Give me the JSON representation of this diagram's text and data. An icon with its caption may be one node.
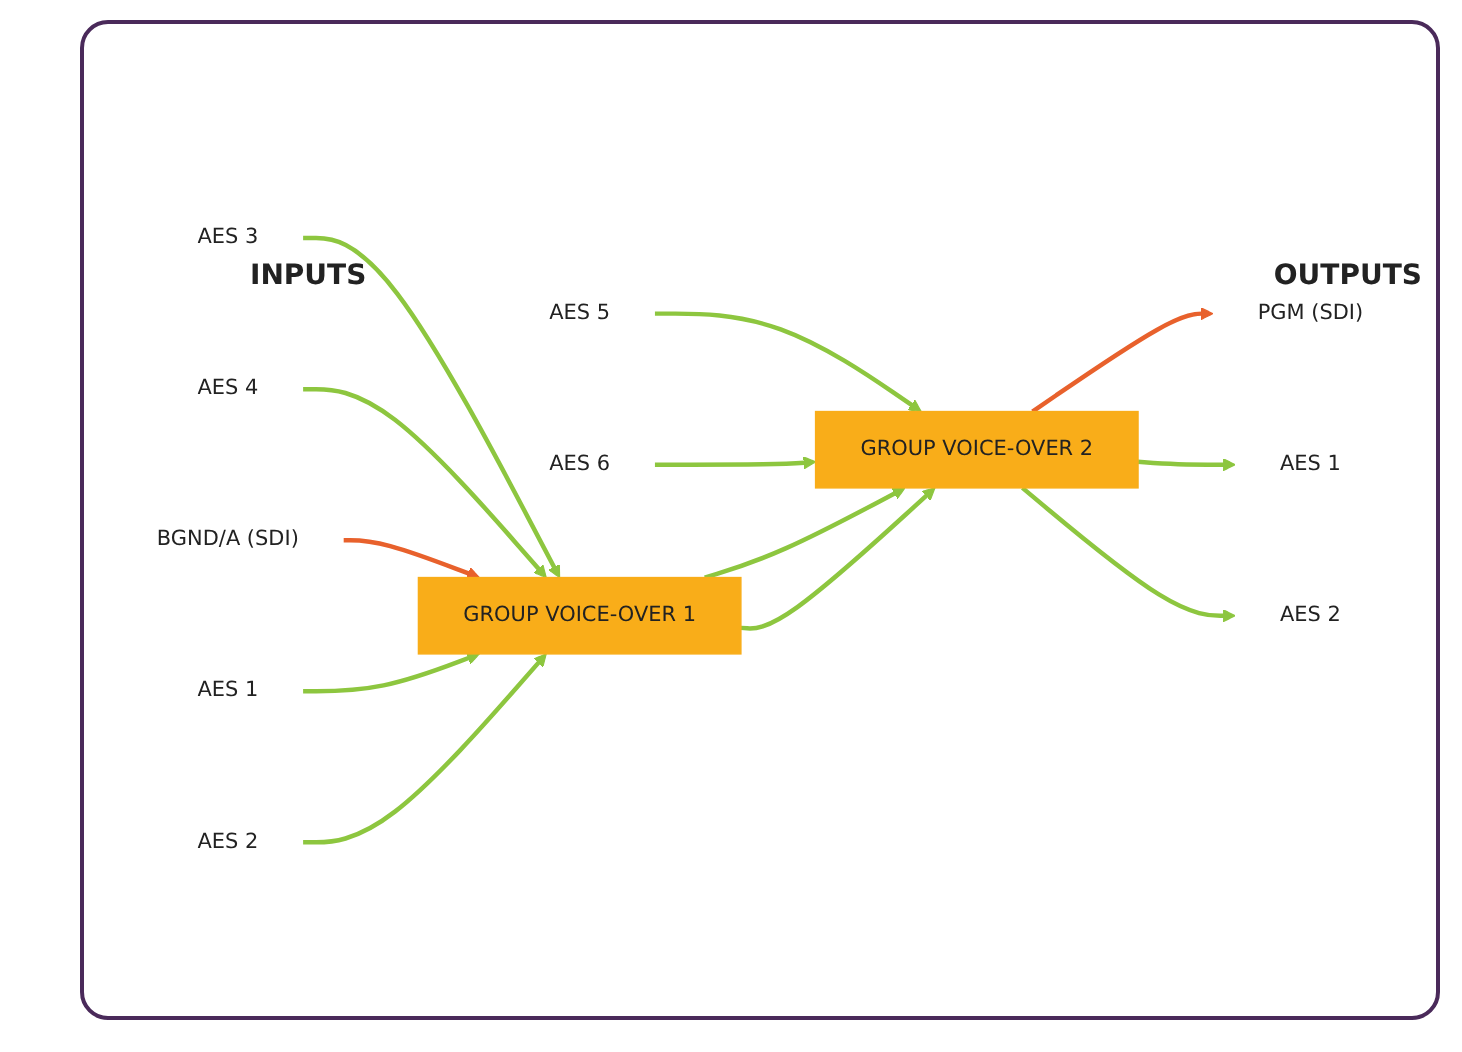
{
  "diagram": {
    "nodes": [
      {
        "text": [
          "AES 3"
        ]
      },
      {
        "text": [
          "AES 4"
        ]
      },
      {
        "text": [
          "AES 5"
        ]
      },
      {
        "text": [
          "AES 6"
        ]
      },
      {
        "text": [
          "BGND/A (SDI)"
        ]
      },
      {
        "text": [
          "AES 1"
        ]
      },
      {
        "text": [
          "AES 2"
        ]
      },
      {
        "text": [
          "GROUP VOICE-OVER 1"
        ]
      },
      {
        "text": [
          "GROUP VOICE-OVER 2"
        ]
      },
      {
        "text": [
          "PGM (SDI)"
        ]
      },
      {
        "text": [
          "AES 1"
        ]
      },
      {
        "text": [
          "AES 2"
        ]
      }
    ],
    "edges": [
      {
        "from": 0,
        "to": 7,
        "arrow": "to"
      },
      {
        "from": 1,
        "to": 7,
        "arrow": "to"
      },
      {
        "from": 2,
        "to": 8,
        "arrow": "to"
      },
      {
        "from": 3,
        "to": 8,
        "arrow": "to"
      },
      {
        "from": 4,
        "to": 7,
        "arrow": "to",
        "color": "#e8612c"
      },
      {
        "from": 5,
        "to": 7,
        "arrow": "to"
      },
      {
        "from": 6,
        "to": 7,
        "arrow": "to"
      },
      {
        "from": 7,
        "to": 8,
        "arrow": "to"
      },
      {
        "from": 7,
        "to": 8,
        "arrow": "to"
      },
      {
        "from": 8,
        "to": 9,
        "arrow": "to",
        "color": "#e8612c"
      },
      {
        "from": 8,
        "to": 10,
        "arrow": "to"
      },
      {
        "from": 8,
        "to": 11,
        "arrow": "to"
      }
    ],
    "labels": [
      "INPUTS",
      "OUTPUTS"
    ]
  }
}
